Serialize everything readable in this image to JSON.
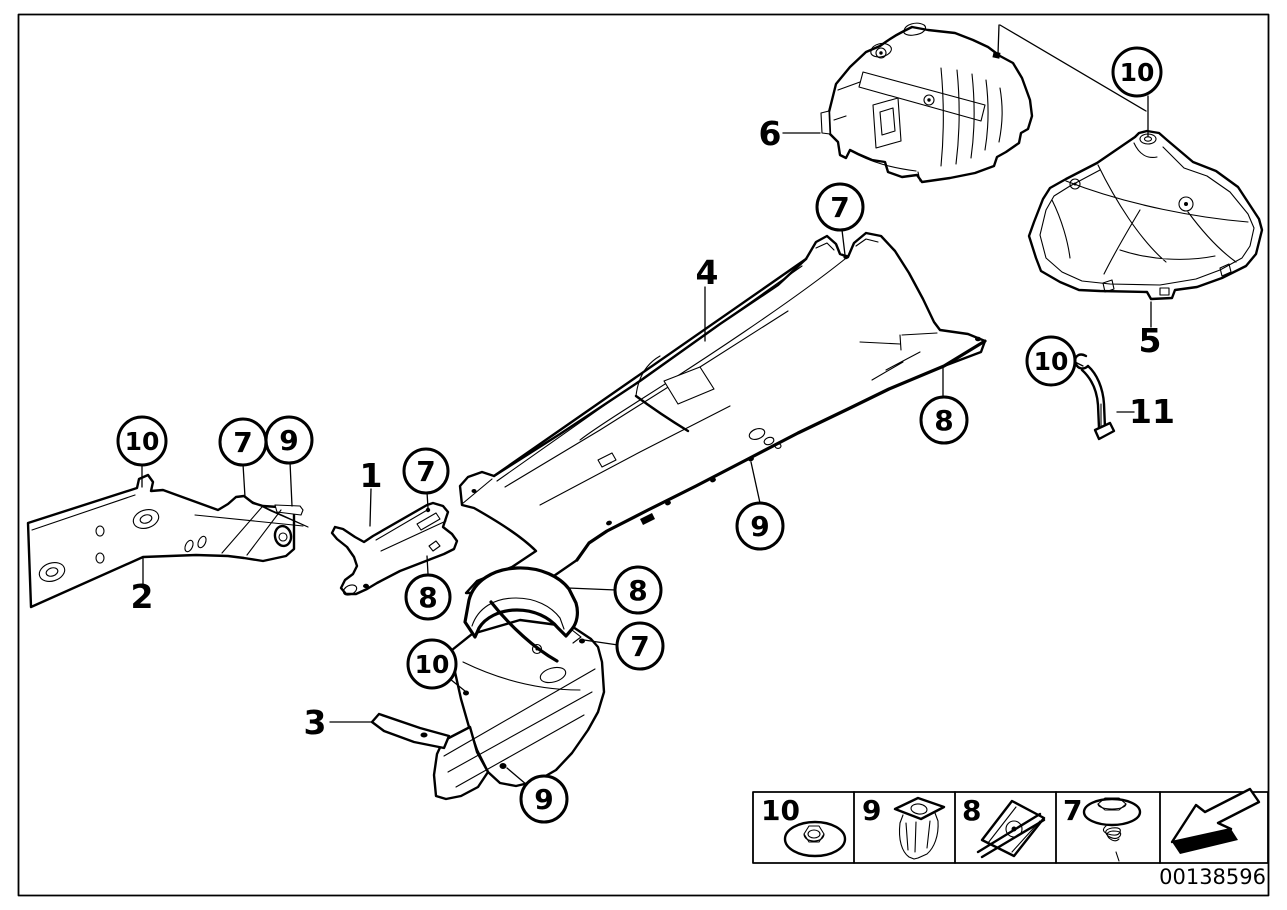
{
  "diagram": {
    "number": "00138596",
    "background_color": "#ffffff",
    "line_color": "#000000",
    "type": "parts-diagram-heat-insulation"
  },
  "callouts": [
    {
      "id": "callout-10-bracket",
      "text": "10"
    },
    {
      "id": "callout-7-bracket",
      "text": "7"
    },
    {
      "id": "callout-9-bracket",
      "text": "9"
    },
    {
      "id": "callout-7-part1",
      "text": "7"
    },
    {
      "id": "callout-8-part1",
      "text": "8"
    },
    {
      "id": "callout-10-part3",
      "text": "10"
    },
    {
      "id": "callout-8-part3",
      "text": "8"
    },
    {
      "id": "callout-7-part3",
      "text": "7"
    },
    {
      "id": "callout-9-part3",
      "text": "9"
    },
    {
      "id": "callout-7-part4",
      "text": "7"
    },
    {
      "id": "callout-8-part4",
      "text": "8"
    },
    {
      "id": "callout-9-part4",
      "text": "9"
    },
    {
      "id": "callout-10-topright",
      "text": "10"
    },
    {
      "id": "callout-10-strap",
      "text": "10"
    }
  ],
  "part_labels": [
    {
      "id": "part-label-1",
      "text": "1"
    },
    {
      "id": "part-label-2",
      "text": "2"
    },
    {
      "id": "part-label-3",
      "text": "3"
    },
    {
      "id": "part-label-4",
      "text": "4"
    },
    {
      "id": "part-label-5",
      "text": "5"
    },
    {
      "id": "part-label-6",
      "text": "6"
    },
    {
      "id": "part-label-11",
      "text": "11"
    }
  ],
  "legend": {
    "items": [
      {
        "number": "10",
        "icon": "flange-nut-icon"
      },
      {
        "number": "9",
        "icon": "expanding-rivet-icon"
      },
      {
        "number": "8",
        "icon": "clamp-clip-icon"
      },
      {
        "number": "7",
        "icon": "sheet-metal-screw-icon"
      }
    ],
    "arrow_icon": "direction-arrow-icon"
  }
}
